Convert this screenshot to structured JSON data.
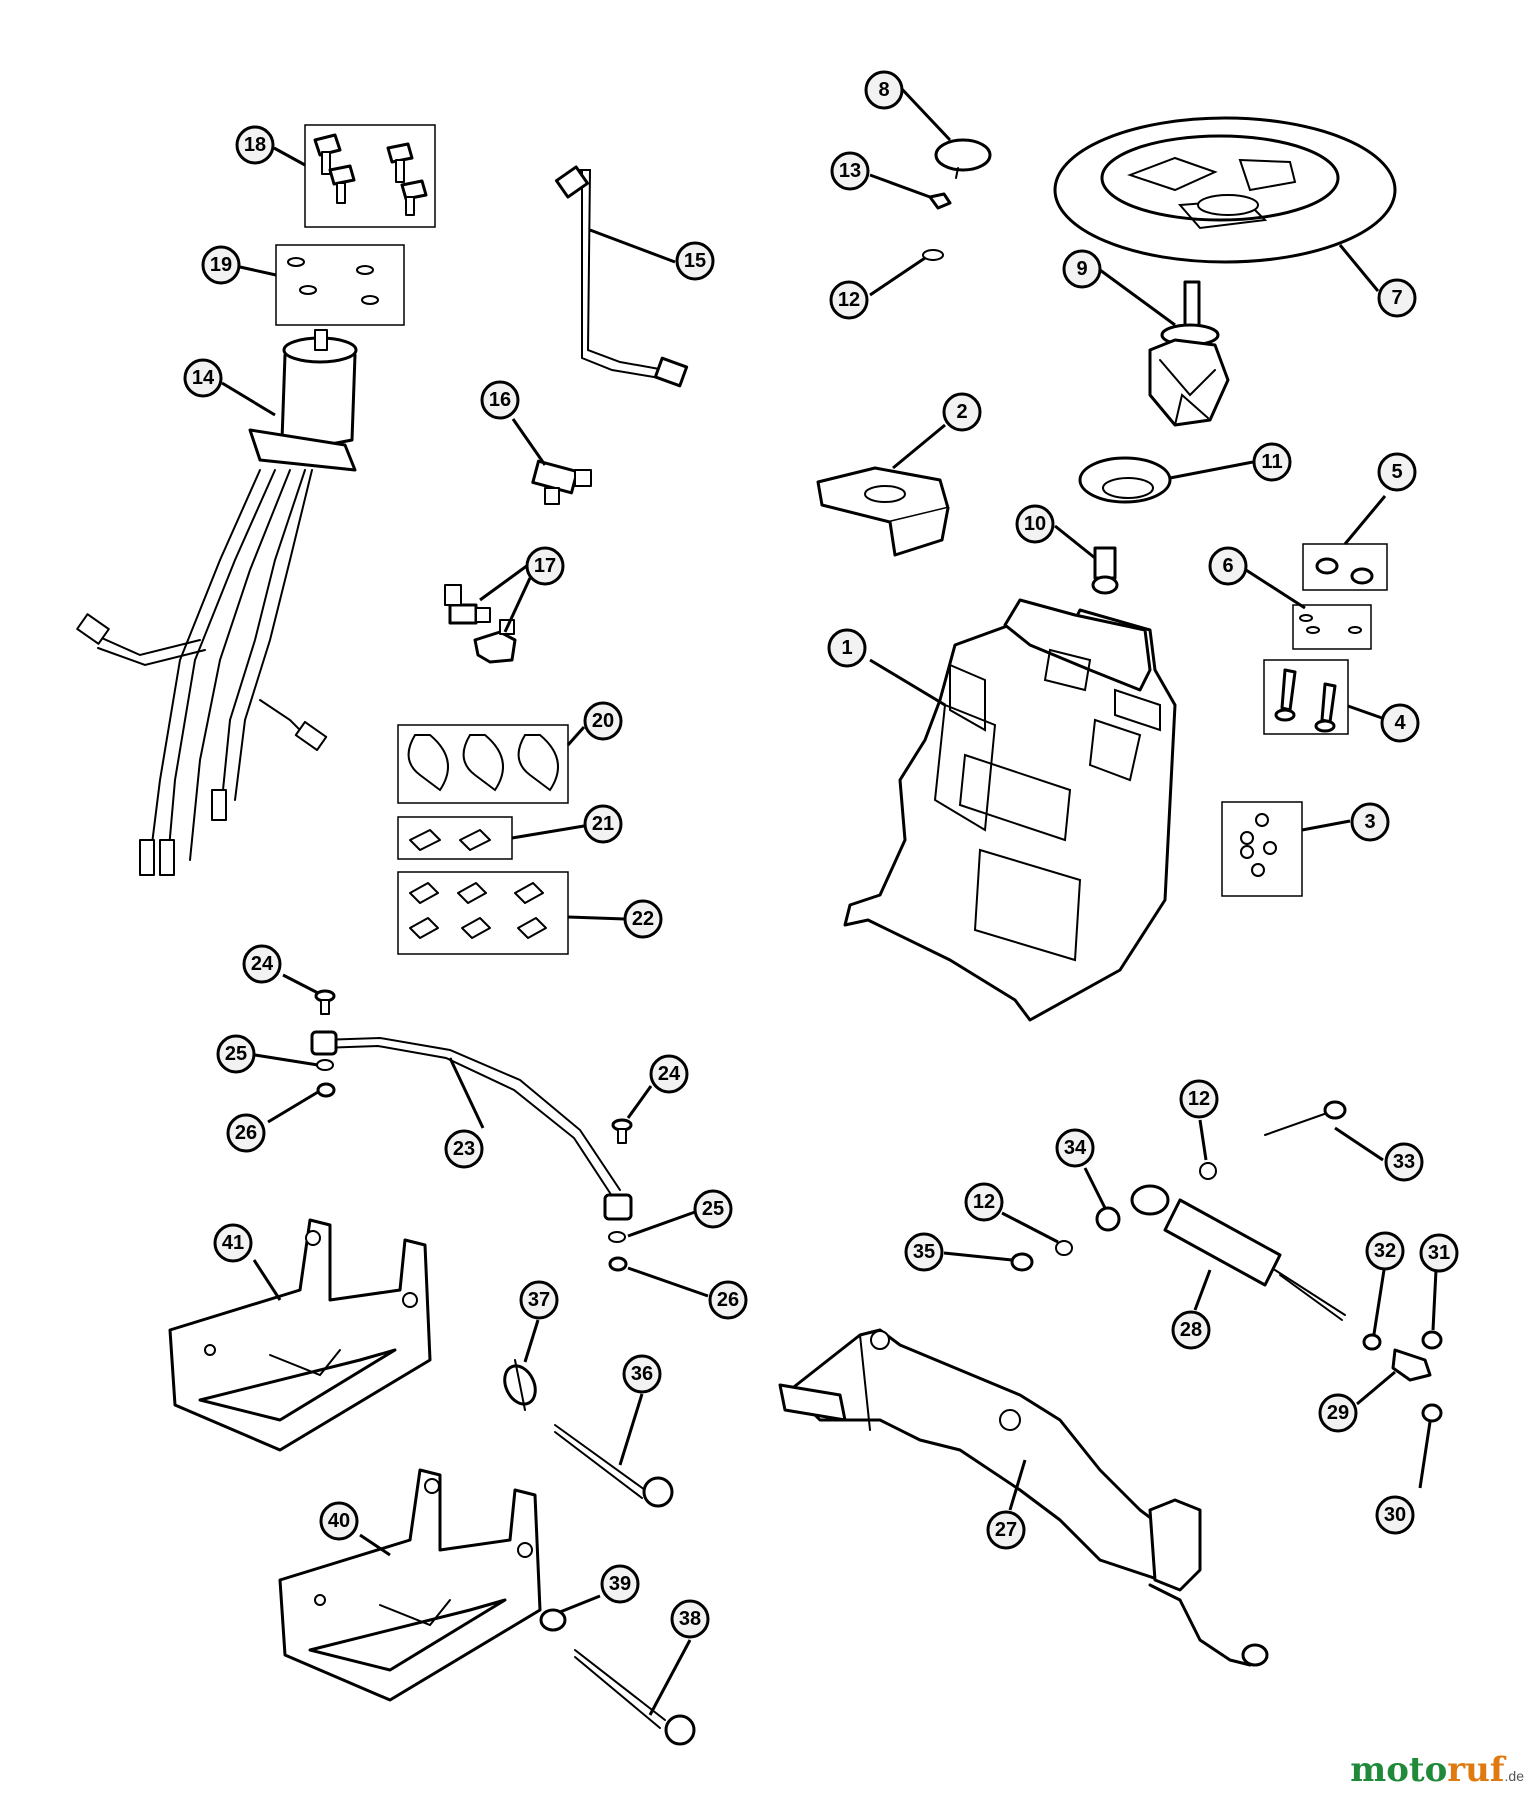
{
  "callouts": [
    "1",
    "2",
    "3",
    "4",
    "5",
    "6",
    "7",
    "8",
    "9",
    "10",
    "11",
    "12",
    "12",
    "12",
    "13",
    "14",
    "15",
    "16",
    "17",
    "18",
    "19",
    "20",
    "21",
    "22",
    "23",
    "24",
    "24",
    "25",
    "25",
    "26",
    "26",
    "27",
    "28",
    "29",
    "30",
    "31",
    "32",
    "33",
    "34",
    "35",
    "36",
    "37",
    "38",
    "39",
    "40",
    "41"
  ],
  "watermark": {
    "moto": "moto",
    "ruf": "ruf",
    "de": ".de"
  }
}
